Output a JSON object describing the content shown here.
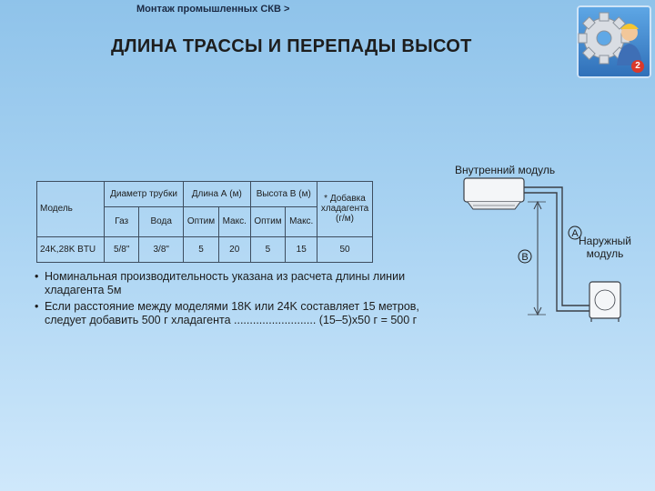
{
  "breadcrumb": "Монтаж промышленных СКВ >",
  "title": "ДЛИНА ТРАССЫ И ПЕРЕПАДЫ ВЫСОТ",
  "logo": {
    "badge": "2",
    "icon": "gear-and-technician-icon"
  },
  "table": {
    "model_header": "Модель",
    "pipe_diameter_header": "Диаметр трубки",
    "gas_header": "Газ",
    "water_header": "Вода",
    "length_a_header": "Длина А (м)",
    "height_b_header": "Высота В (м)",
    "opt_header_a": "Оптим",
    "max_header_a": "Макс.",
    "opt_header_b": "Оптим",
    "max_header_b": "Макс.",
    "refrigerant_header": "* Добавка хладагента (г/м)",
    "row": {
      "model": "24K,28K BTU",
      "gas": "5/8\"",
      "water": "3/8\"",
      "a_opt": "5",
      "a_max": "20",
      "b_opt": "5",
      "b_max": "15",
      "refrigerant": "50"
    }
  },
  "bullets": [
    "Номинальная производительность указана из расчета длины линии хладагента 5м",
    "Если расстояние между моделями 18K или 24K составляет 15 метров, следует добавить 500 г хладагента .......................... (15–5)x50 г = 500 г"
  ],
  "diagram": {
    "indoor_label": "Внутренний модуль",
    "outdoor_label_line1": "Наружный",
    "outdoor_label_line2": "модуль",
    "marker_a": "A",
    "marker_b": "B"
  }
}
